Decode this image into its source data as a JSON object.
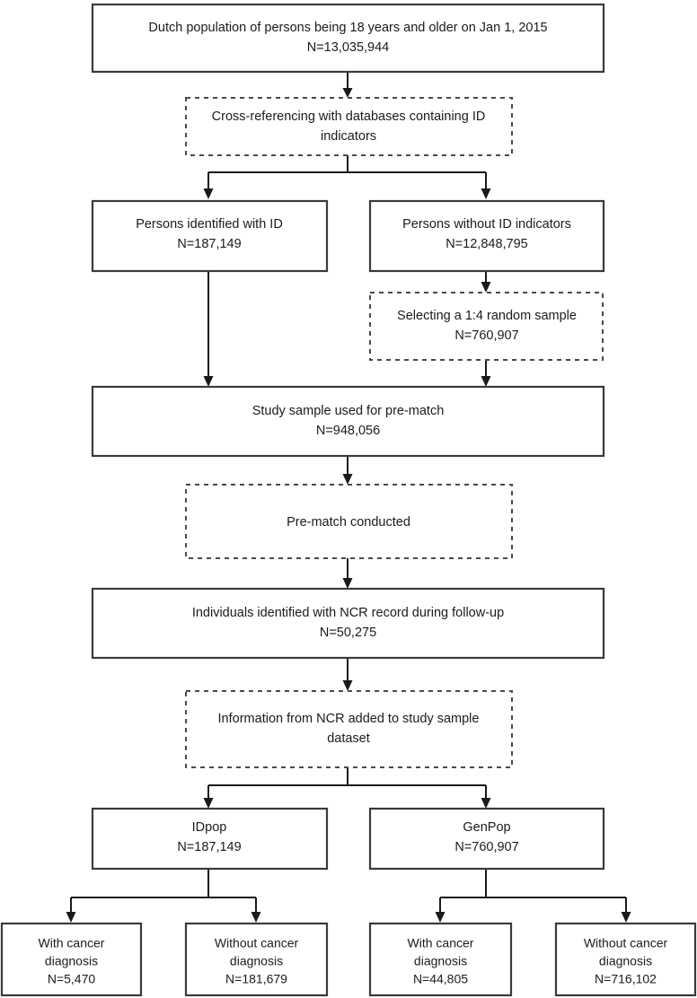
{
  "figure": {
    "kind": "study-flow-diagram",
    "colors": {
      "box_stroke": "#3a3a3a",
      "dashed_stroke": "#4a4a4a",
      "connector": "#1a1a1a",
      "text": "#1b1b1b",
      "background": "#ffffff"
    }
  },
  "nodes": {
    "source_population": {
      "style": "solid",
      "line1": "Dutch population of persons being 18 years and older on Jan 1, 2015",
      "line2": "N=13,035,944"
    },
    "cross_referencing": {
      "style": "dashed",
      "line1": "Cross-referencing with databases containing ID",
      "line2": "indicators"
    },
    "persons_with_id": {
      "style": "solid",
      "line1": "Persons identified with ID",
      "line2": "N=187,149"
    },
    "persons_without_id": {
      "style": "solid",
      "line1": "Persons without ID indicators",
      "line2": "N=12,848,795"
    },
    "random_sample": {
      "style": "dashed",
      "line1": "Selecting a 1:4 random sample",
      "line2": "N=760,907"
    },
    "study_sample": {
      "style": "solid",
      "line1": "Study sample used for pre-match",
      "line2": "N=948,056"
    },
    "pre_match": {
      "style": "dashed",
      "line1": "Pre-match conducted",
      "line2": ""
    },
    "ncr_record": {
      "style": "solid",
      "line1": "Individuals identified with NCR record during follow-up",
      "line2": "N=50,275"
    },
    "ncr_added": {
      "style": "dashed",
      "line1": "Information from NCR added to study sample",
      "line2": "dataset"
    },
    "idpop": {
      "style": "solid",
      "line1": "IDpop",
      "line2": "N=187,149"
    },
    "genpop": {
      "style": "solid",
      "line1": "GenPop",
      "line2": "N=760,907"
    },
    "idpop_with_cancer": {
      "style": "solid",
      "line1": "With cancer",
      "line2": "diagnosis",
      "line3": "N=5,470"
    },
    "idpop_without_cancer": {
      "style": "solid",
      "line1": "Without cancer",
      "line2": "diagnosis",
      "line3": "N=181,679"
    },
    "genpop_with_cancer": {
      "style": "solid",
      "line1": "With cancer",
      "line2": "diagnosis",
      "line3": "N=44,805"
    },
    "genpop_without_cancer": {
      "style": "solid",
      "line1": "Without cancer",
      "line2": "diagnosis",
      "line3": "N=716,102"
    }
  }
}
